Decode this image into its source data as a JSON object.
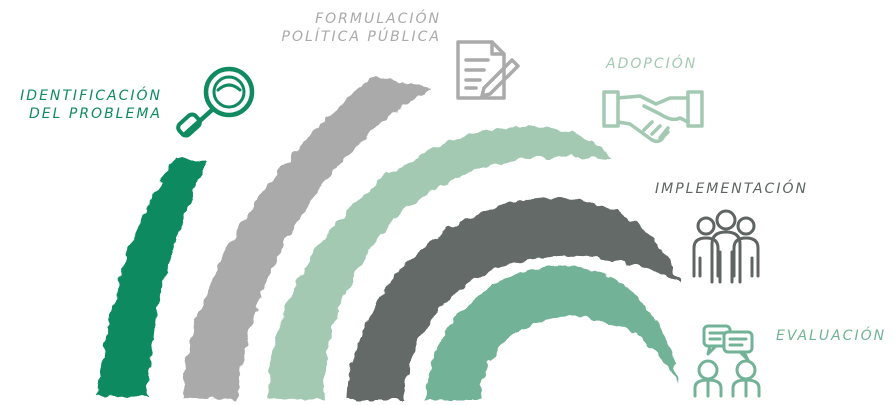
{
  "stages": [
    {
      "id": "identificacion",
      "label_lines": [
        "IDENTIFICACIÓN",
        "DEL PROBLEMA"
      ],
      "color": "#0f8a61",
      "label_color": "#0f8a61",
      "icon": "magnifier-icon"
    },
    {
      "id": "formulacion",
      "label_lines": [
        "FORMULACIÓN",
        "POLÍTICA PÚBLICA"
      ],
      "color": "#a9aaa9",
      "label_color": "#a9aaa9",
      "icon": "document-pen-icon"
    },
    {
      "id": "adopcion",
      "label_lines": [
        "ADOPCIÓN"
      ],
      "color": "#a3c9b3",
      "label_color": "#a3c9b3",
      "icon": "handshake-icon"
    },
    {
      "id": "implementacion",
      "label_lines": [
        "IMPLEMENTACIÓN"
      ],
      "color": "#636a67",
      "label_color": "#5f6562",
      "icon": "team-icon"
    },
    {
      "id": "evaluacion",
      "label_lines": [
        "EVALUACIÓN"
      ],
      "color": "#72b398",
      "label_color": "#72b398",
      "icon": "conversation-icon"
    }
  ]
}
